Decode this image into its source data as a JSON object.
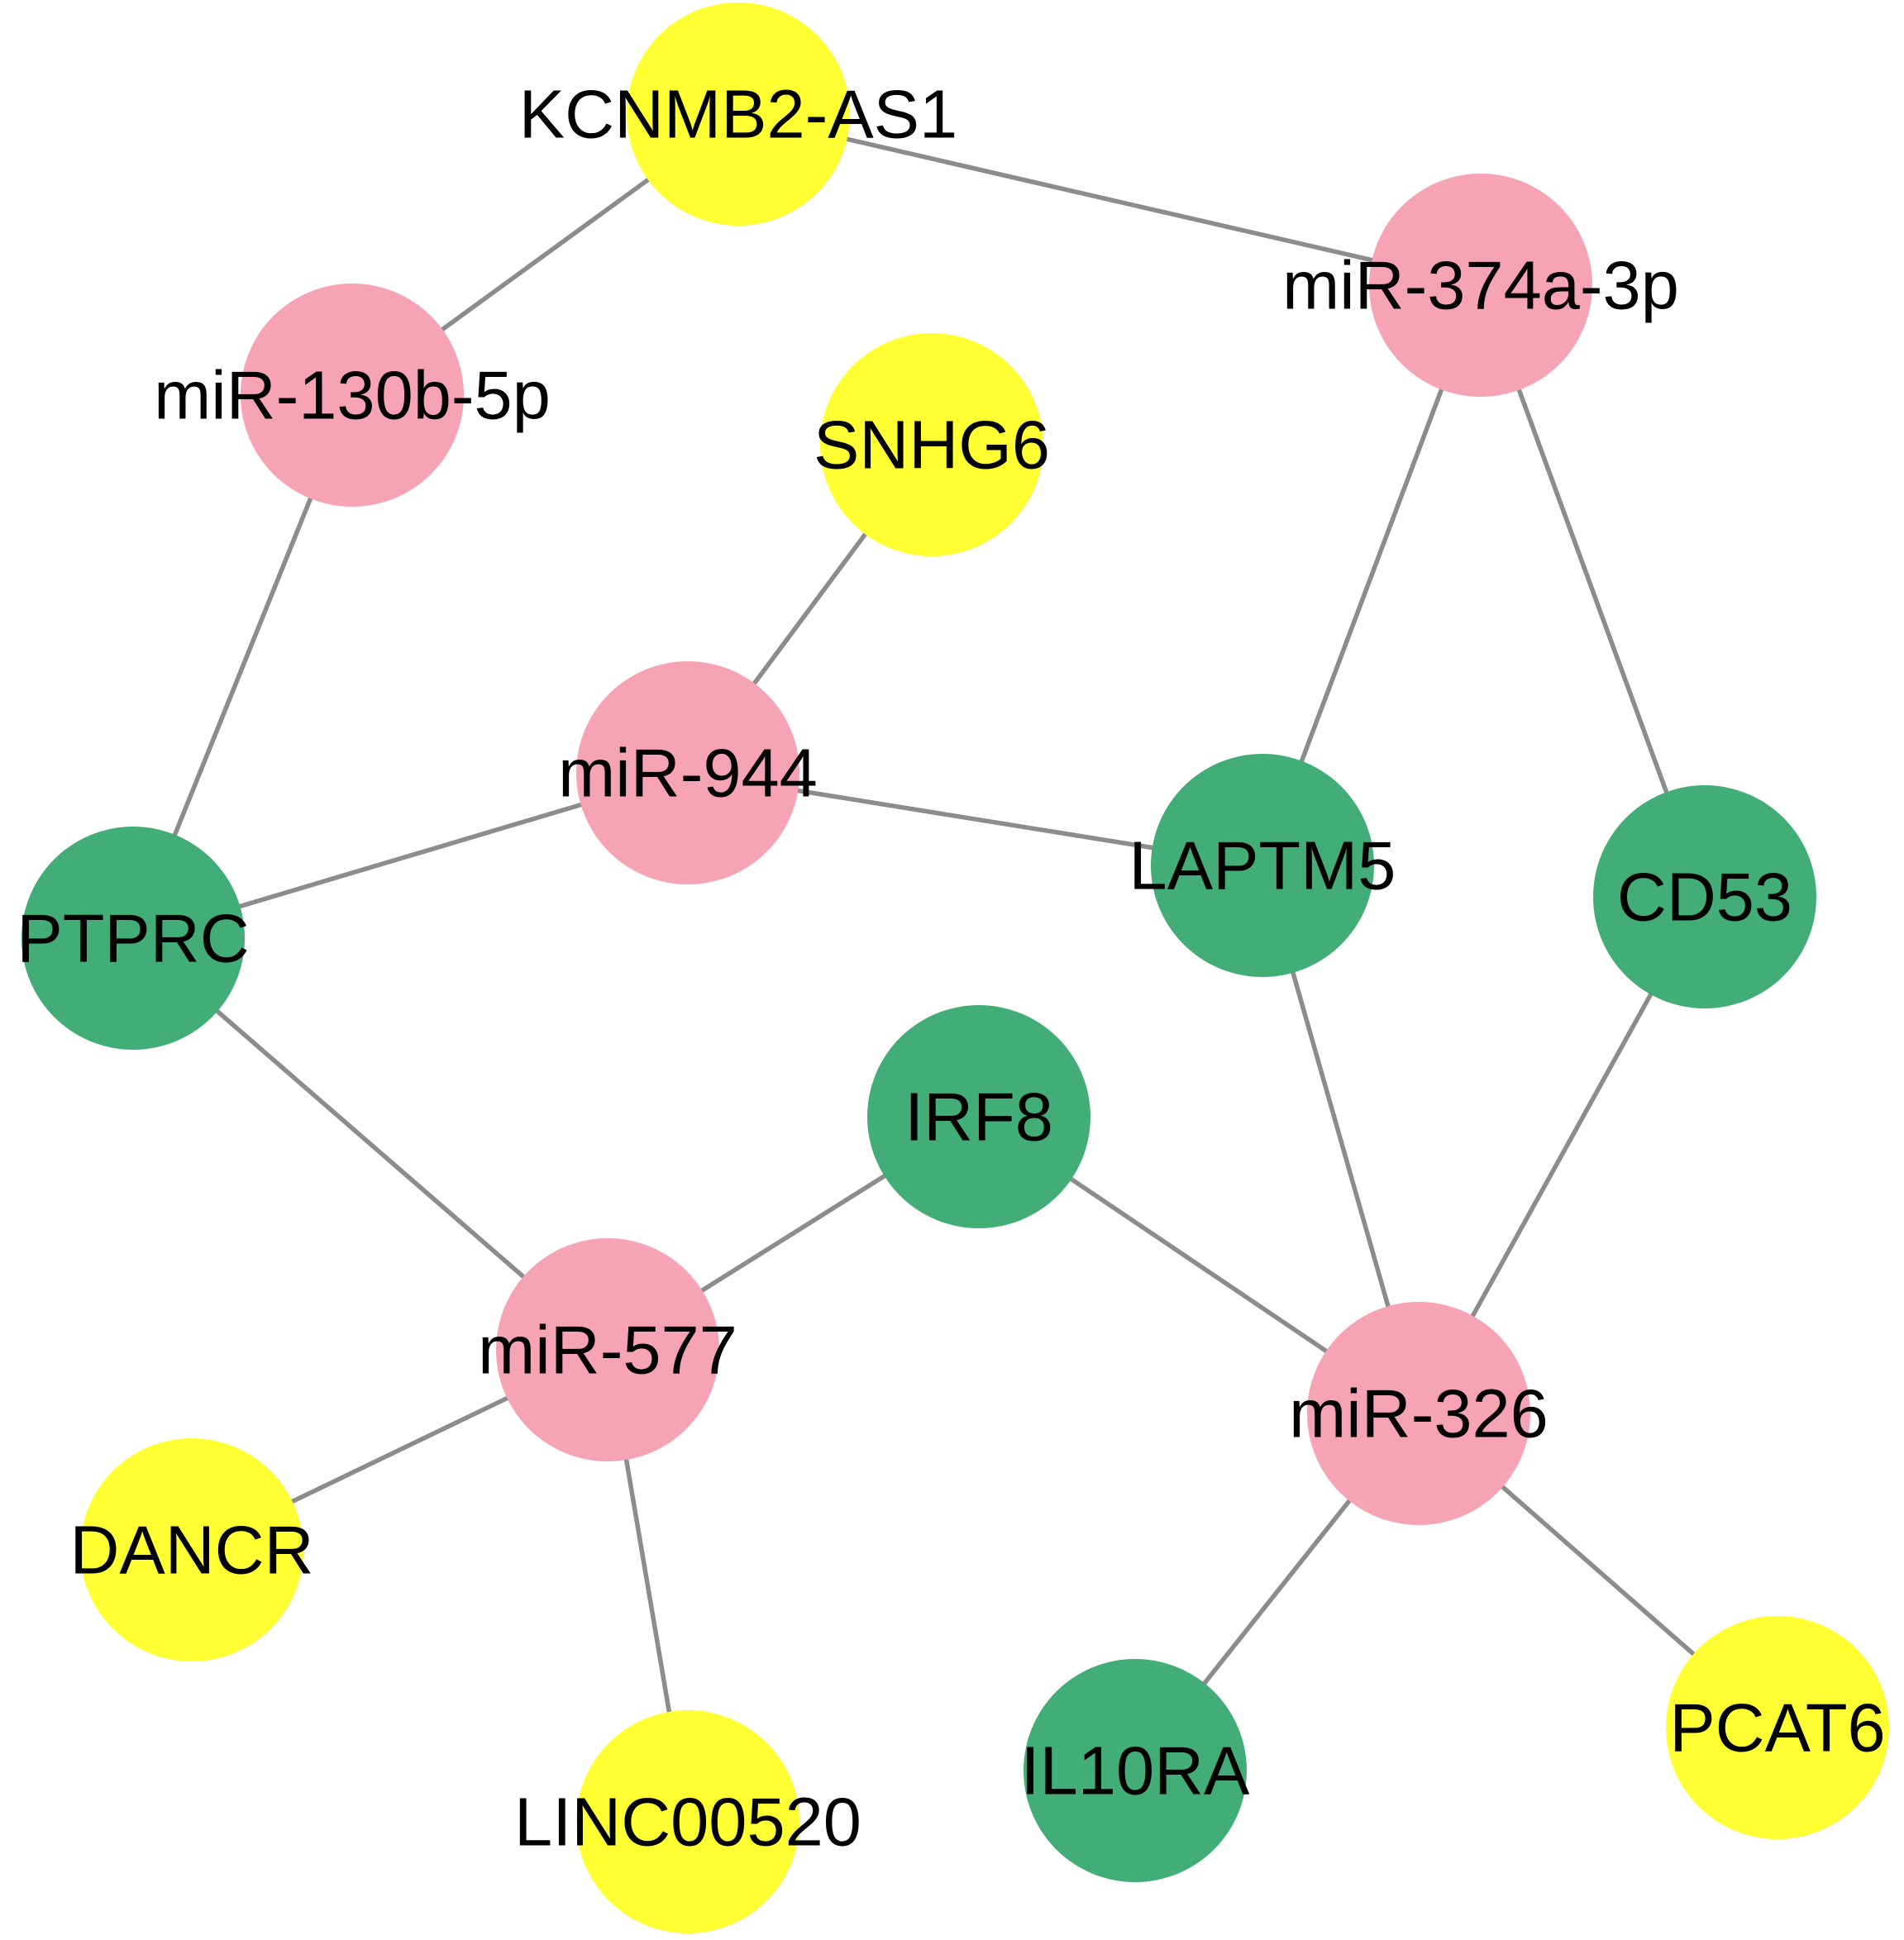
{
  "colors": {
    "lncRNA": "#ffff33",
    "miRNA": "#f7a3b6",
    "mRNA": "#43ad78",
    "edge": "#8c8c8c",
    "background": "#ffffff"
  },
  "nodes": [
    {
      "id": "KCNMB2-AS1",
      "label": "KCNMB2-AS1",
      "group": "lncRNA"
    },
    {
      "id": "SNHG6",
      "label": "SNHG6",
      "group": "lncRNA"
    },
    {
      "id": "DANCR",
      "label": "DANCR",
      "group": "lncRNA"
    },
    {
      "id": "LINC00520",
      "label": "LINC00520",
      "group": "lncRNA"
    },
    {
      "id": "PCAT6",
      "label": "PCAT6",
      "group": "lncRNA"
    },
    {
      "id": "miR-130b-5p",
      "label": "miR-130b-5p",
      "group": "miRNA"
    },
    {
      "id": "miR-374a-3p",
      "label": "miR-374a-3p",
      "group": "miRNA"
    },
    {
      "id": "miR-944",
      "label": "miR-944",
      "group": "miRNA"
    },
    {
      "id": "miR-577",
      "label": "miR-577",
      "group": "miRNA"
    },
    {
      "id": "miR-326",
      "label": "miR-326",
      "group": "miRNA"
    },
    {
      "id": "PTPRC",
      "label": "PTPRC",
      "group": "mRNA"
    },
    {
      "id": "LAPTM5",
      "label": "LAPTM5",
      "group": "mRNA"
    },
    {
      "id": "CD53",
      "label": "CD53",
      "group": "mRNA"
    },
    {
      "id": "IRF8",
      "label": "IRF8",
      "group": "mRNA"
    },
    {
      "id": "IL10RA",
      "label": "IL10RA",
      "group": "mRNA"
    }
  ],
  "edges": [
    [
      "KCNMB2-AS1",
      "miR-130b-5p"
    ],
    [
      "KCNMB2-AS1",
      "miR-374a-3p"
    ],
    [
      "miR-130b-5p",
      "PTPRC"
    ],
    [
      "SNHG6",
      "miR-944"
    ],
    [
      "miR-944",
      "PTPRC"
    ],
    [
      "miR-944",
      "LAPTM5"
    ],
    [
      "miR-374a-3p",
      "LAPTM5"
    ],
    [
      "miR-374a-3p",
      "CD53"
    ],
    [
      "PTPRC",
      "miR-577"
    ],
    [
      "IRF8",
      "miR-577"
    ],
    [
      "IRF8",
      "miR-326"
    ],
    [
      "LAPTM5",
      "miR-326"
    ],
    [
      "CD53",
      "miR-326"
    ],
    [
      "miR-577",
      "DANCR"
    ],
    [
      "miR-577",
      "LINC00520"
    ],
    [
      "miR-326",
      "IL10RA"
    ],
    [
      "miR-326",
      "PCAT6"
    ]
  ]
}
